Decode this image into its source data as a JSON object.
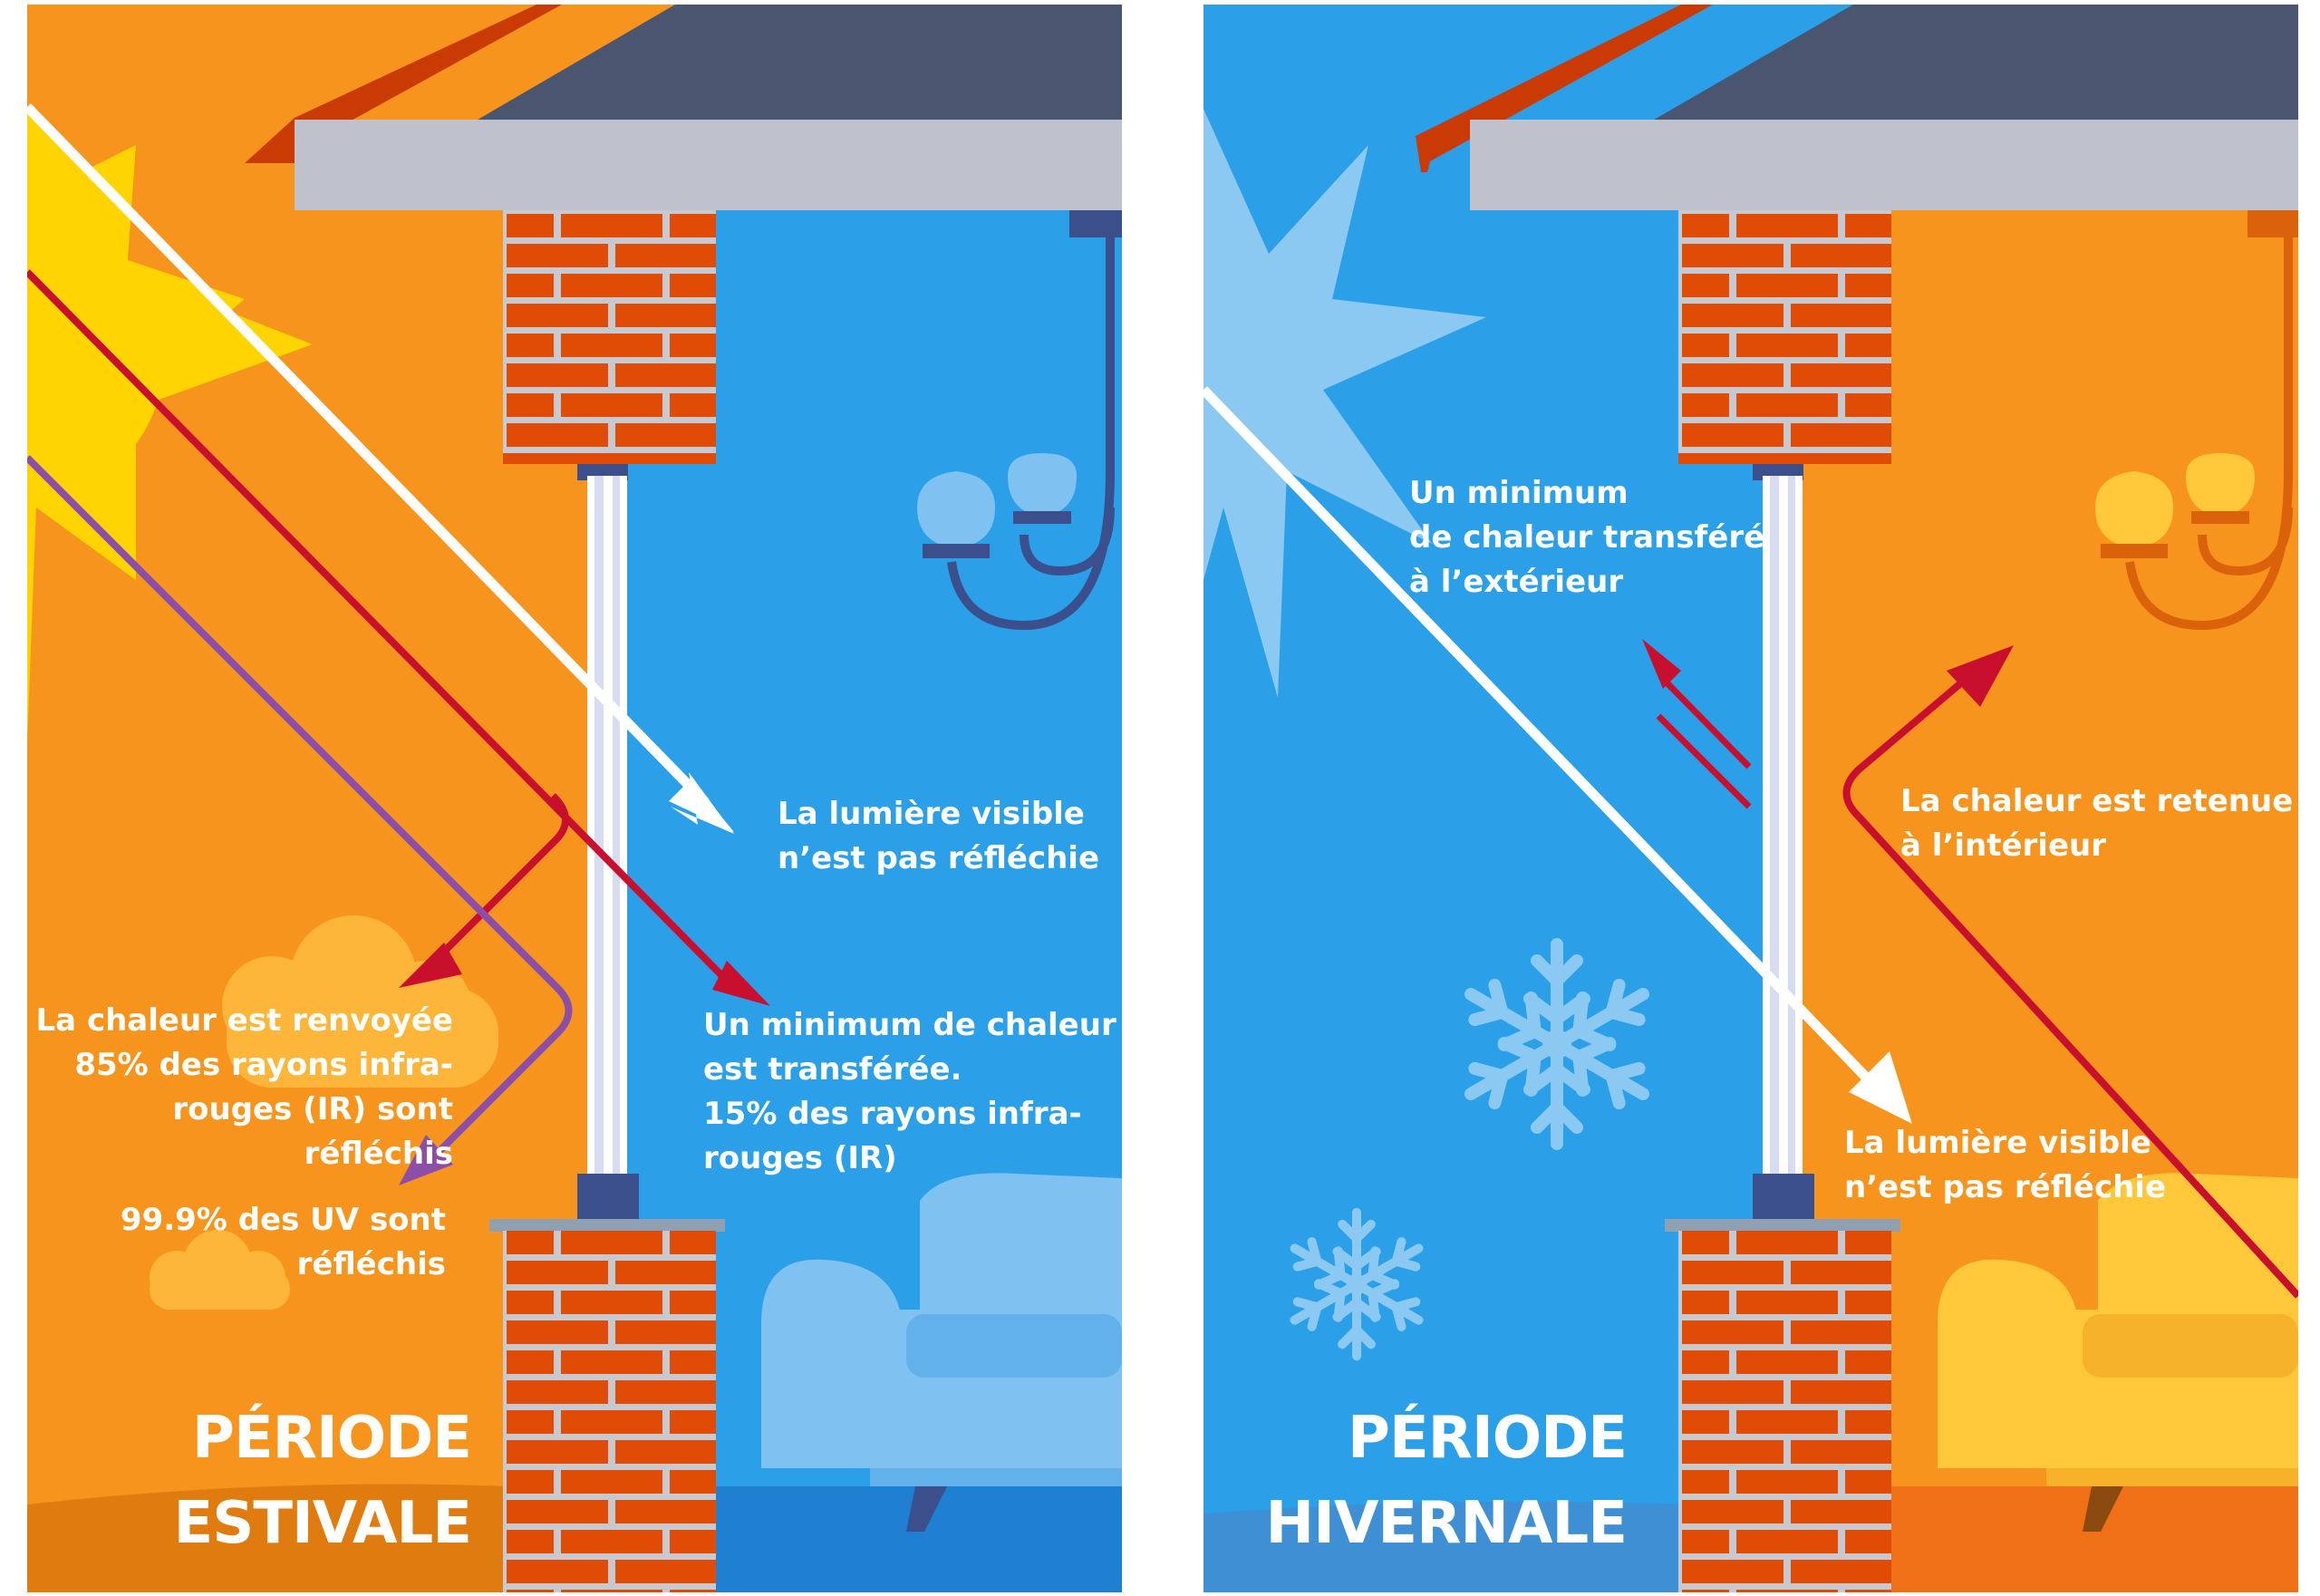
{
  "summer": {
    "visible_light": "La lumière  visible\nn’est pas réfléchie",
    "min_heat": "Un minimum de chaleur\nest transférée.\n15% des rayons infra-\nrouges (IR)",
    "heat_returned": "La chaleur est renvoyée\n85% des rayons infra-\nrouges (IR) sont réfléchis",
    "uv": "99.9% des UV sont\nréfléchis",
    "title": "PÉRIODE\nESTIVALE"
  },
  "winter": {
    "min_heat_out": "Un minimum\nde chaleur transféré\nà l’extérieur",
    "heat_retained": "La chaleur est retenue\nà l’intérieur",
    "visible_light": "La lumière  visible\nn’est pas réfléchie",
    "title": "PÉRIODE\nHIVERNALE"
  },
  "icons": [
    "sun-icon",
    "cold-sun-icon",
    "snowflake-icon",
    "sofa-icon",
    "chandelier-icon",
    "cloud-icon",
    "brick-wall-icon",
    "window-icon",
    "roof-icon"
  ],
  "colors": {
    "summer_bg": "#F7941D",
    "winter_bg": "#2B9FE8",
    "brick": "#E04B05",
    "roof": "#4A5570",
    "eave": "#BFC2CC",
    "heat_arrow": "#C8102E",
    "uv_arrow": "#8B4FA8",
    "light_arrow": "#FFFFFF"
  }
}
